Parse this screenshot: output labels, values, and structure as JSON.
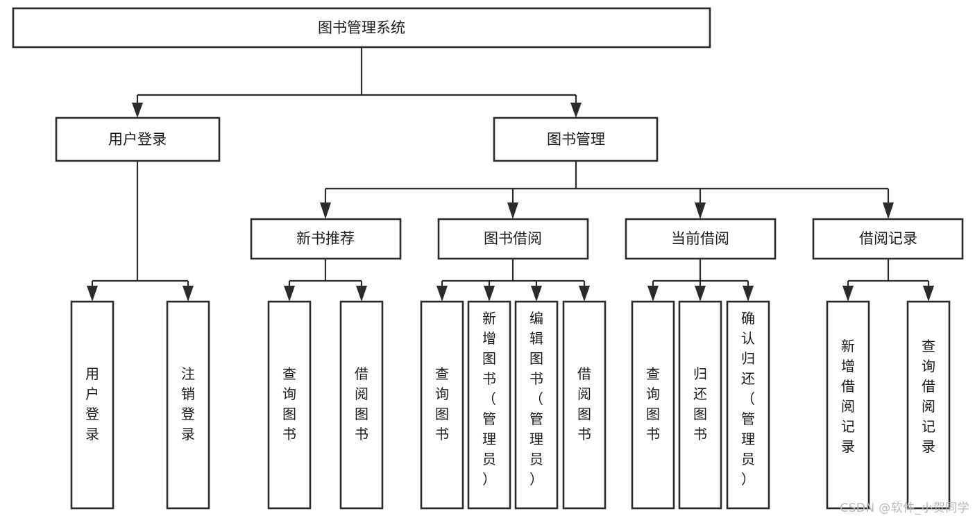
{
  "diagram": {
    "type": "tree-hierarchy",
    "title": "图书管理系统",
    "watermark": "CSDN @软件_小贺同学",
    "colors": {
      "background": "#ffffff",
      "box_stroke": "#2b2b2b",
      "box_fill": "#ffffff",
      "text": "#1a1a1a",
      "connector": "#2b2b2b",
      "watermark": "#b8b8b8"
    },
    "levels": [
      {
        "level": 1,
        "nodes": [
          {
            "id": "root",
            "label": "图书管理系统",
            "orientation": "horizontal"
          }
        ]
      },
      {
        "level": 2,
        "nodes": [
          {
            "id": "user-login",
            "label": "用户登录",
            "orientation": "horizontal",
            "parent": "root"
          },
          {
            "id": "book-admin",
            "label": "图书管理",
            "orientation": "horizontal",
            "parent": "root"
          }
        ]
      },
      {
        "level": 3,
        "nodes": [
          {
            "id": "new-book-rec",
            "label": "新书推荐",
            "orientation": "horizontal",
            "parent": "book-admin"
          },
          {
            "id": "book-borrow",
            "label": "图书借阅",
            "orientation": "horizontal",
            "parent": "book-admin"
          },
          {
            "id": "current-borrow",
            "label": "当前借阅",
            "orientation": "horizontal",
            "parent": "book-admin"
          },
          {
            "id": "borrow-record",
            "label": "借阅记录",
            "orientation": "horizontal",
            "parent": "book-admin"
          }
        ]
      },
      {
        "level": 4,
        "nodes": [
          {
            "id": "leaf-user-login",
            "label": "用户登录",
            "orientation": "vertical",
            "parent": "user-login"
          },
          {
            "id": "leaf-logout",
            "label": "注销登录",
            "orientation": "vertical",
            "parent": "user-login"
          },
          {
            "id": "leaf-query-book-1",
            "label": "查询图书",
            "orientation": "vertical",
            "parent": "new-book-rec"
          },
          {
            "id": "leaf-borrow-book-1",
            "label": "借阅图书",
            "orientation": "vertical",
            "parent": "new-book-rec"
          },
          {
            "id": "leaf-query-book-2",
            "label": "查询图书",
            "orientation": "vertical",
            "parent": "book-borrow"
          },
          {
            "id": "leaf-add-book",
            "label": "新增图书（管理员）",
            "orientation": "vertical",
            "parent": "book-borrow"
          },
          {
            "id": "leaf-edit-book",
            "label": "编辑图书（管理员）",
            "orientation": "vertical",
            "parent": "book-borrow"
          },
          {
            "id": "leaf-borrow-book-2",
            "label": "借阅图书",
            "orientation": "vertical",
            "parent": "book-borrow"
          },
          {
            "id": "leaf-query-book-3",
            "label": "查询图书",
            "orientation": "vertical",
            "parent": "current-borrow"
          },
          {
            "id": "leaf-return-book",
            "label": "归还图书",
            "orientation": "vertical",
            "parent": "current-borrow"
          },
          {
            "id": "leaf-confirm-return",
            "label": "确认归还（管理员）",
            "orientation": "vertical",
            "parent": "current-borrow"
          },
          {
            "id": "leaf-add-record",
            "label": "新增借阅记录",
            "orientation": "vertical",
            "parent": "borrow-record"
          },
          {
            "id": "leaf-query-record",
            "label": "查询借阅记录",
            "orientation": "vertical",
            "parent": "borrow-record"
          }
        ]
      }
    ],
    "node_labels": {
      "root": "图书管理系统",
      "user_login": "用户登录",
      "book_admin": "图书管理",
      "new_book_rec": "新书推荐",
      "book_borrow": "图书借阅",
      "current_borrow": "当前借阅",
      "borrow_record": "借阅记录",
      "leaf_user_login": "用户登录",
      "leaf_logout": "注销登录",
      "leaf_query_book_1": "查询图书",
      "leaf_borrow_book_1": "借阅图书",
      "leaf_query_book_2": "查询图书",
      "leaf_add_book": "新增图书（管理员）",
      "leaf_edit_book": "编辑图书（管理员）",
      "leaf_borrow_book_2": "借阅图书",
      "leaf_query_book_3": "查询图书",
      "leaf_return_book": "归还图书",
      "leaf_confirm_return": "确认归还（管理员）",
      "leaf_add_record": "新增借阅记录",
      "leaf_query_record": "查询借阅记录"
    }
  }
}
